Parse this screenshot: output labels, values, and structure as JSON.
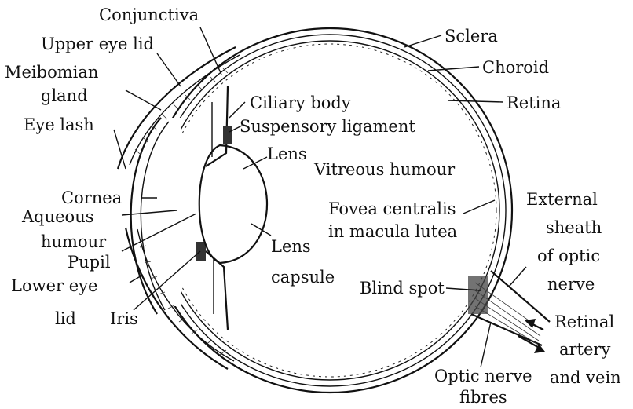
{
  "diagram": {
    "labels": {
      "conjunctiva": "Conjunctiva",
      "upper_eye_lid": "Upper eye lid",
      "meibomian_1": "Meibomian",
      "meibomian_2": "gland",
      "eye_lash": "Eye lash",
      "cornea": "Cornea",
      "aqueous_1": "Aqueous",
      "aqueous_2": "humour",
      "pupil": "Pupil",
      "lower_lid_1": "Lower eye",
      "lower_lid_2": "lid",
      "iris": "Iris",
      "ciliary_body": "Ciliary body",
      "suspensory_ligament": "Suspensory ligament",
      "lens": "Lens",
      "lens_capsule_1": "Lens",
      "lens_capsule_2": "capsule",
      "vitreous_humour": "Vitreous humour",
      "sclera": "Sclera",
      "choroid": "Choroid",
      "retina": "Retina",
      "fovea_1": "Fovea centralis",
      "fovea_2": "in macula lutea",
      "external_sheath_1": "External",
      "external_sheath_2": "sheath",
      "external_sheath_3": "of optic",
      "external_sheath_4": "nerve",
      "blind_spot": "Blind spot",
      "retinal_av_1": "Retinal",
      "retinal_av_2": "artery",
      "retinal_av_3": "and vein",
      "optic_fibres_1": "Optic nerve",
      "optic_fibres_2": "fibres"
    }
  }
}
